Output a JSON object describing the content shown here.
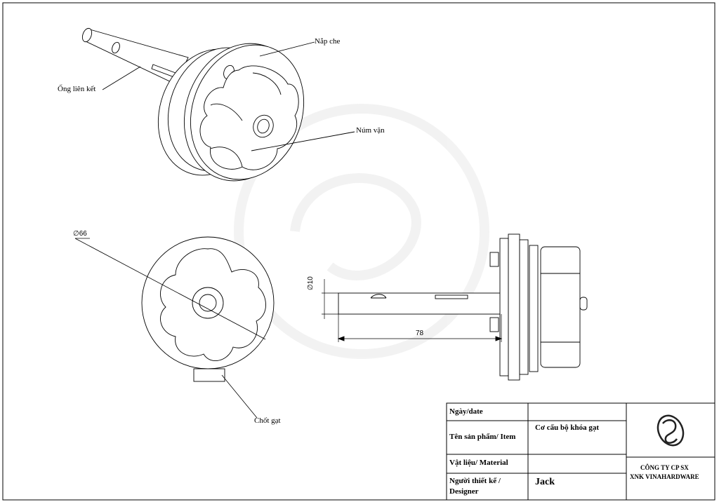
{
  "labels": {
    "nap_che": "Nắp che",
    "ong_lien_ket": "Ống liên kết",
    "num_van": "Núm vặn",
    "chot_gat": "Chốt gạt"
  },
  "dimensions": {
    "diameter_66": "66",
    "diameter_10": "10",
    "length_78": "78"
  },
  "title_block": {
    "date_label": "Ngày/date",
    "date_value": "",
    "item_label": "Tên sản phẩm/ Item",
    "item_value": "Cơ cấu bộ khóa gạt",
    "material_label": "Vật liệu/ Material",
    "material_value": "",
    "designer_label_1": "Người thiết kế /",
    "designer_label_2": "Designer",
    "designer_value": "Jack",
    "company_line_1": "CÔNG TY CP SX",
    "company_line_2": "XNK VINAHARDWARE"
  }
}
